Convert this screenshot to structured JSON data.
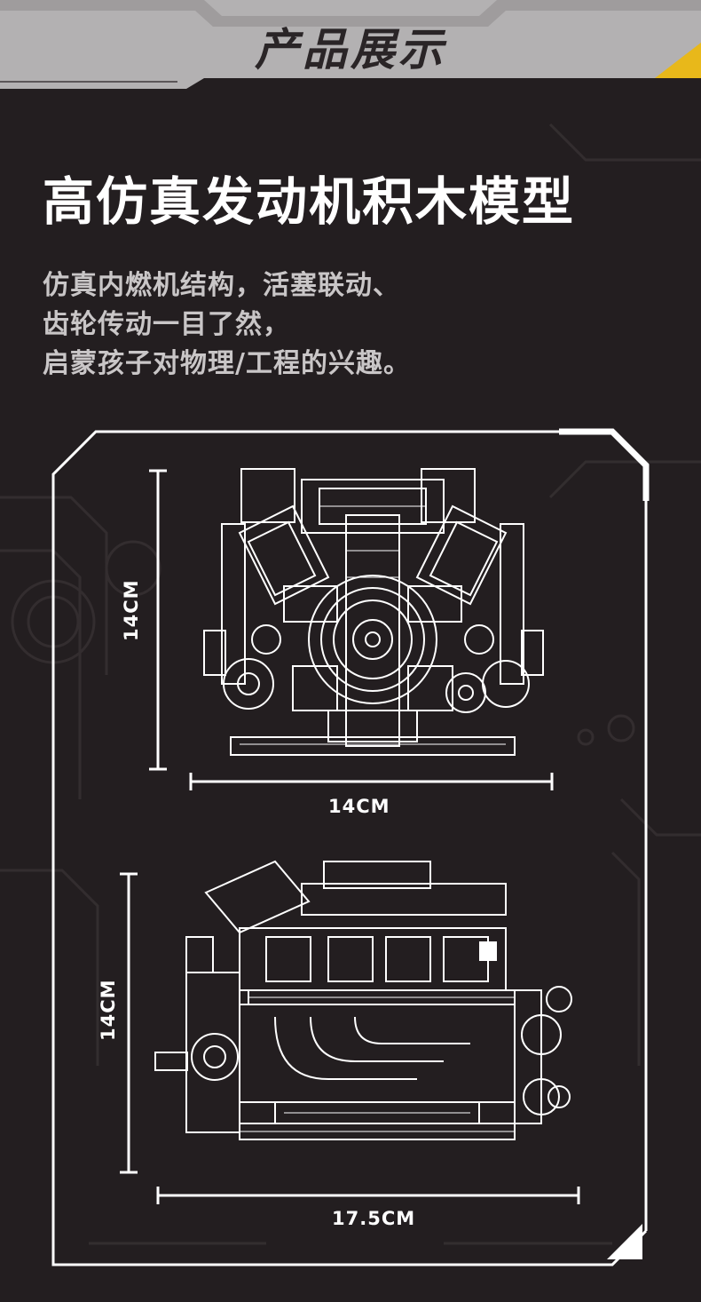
{
  "banner": {
    "title": "产品展示"
  },
  "headline": "高仿真发动机积木模型",
  "description": {
    "line1": "仿真内燃机结构，活塞联动、",
    "line2": "齿轮传动一目了然，",
    "line3": "启蒙孩子对物理/工程的兴趣。"
  },
  "front_view": {
    "height_label": "14CM",
    "width_label": "14CM"
  },
  "side_view": {
    "height_label": "14CM",
    "width_label": "17.5CM"
  },
  "colors": {
    "background": "#231e20",
    "banner": "#b3b1b2",
    "accent": "#e8b81a",
    "line": "#ffffff"
  }
}
